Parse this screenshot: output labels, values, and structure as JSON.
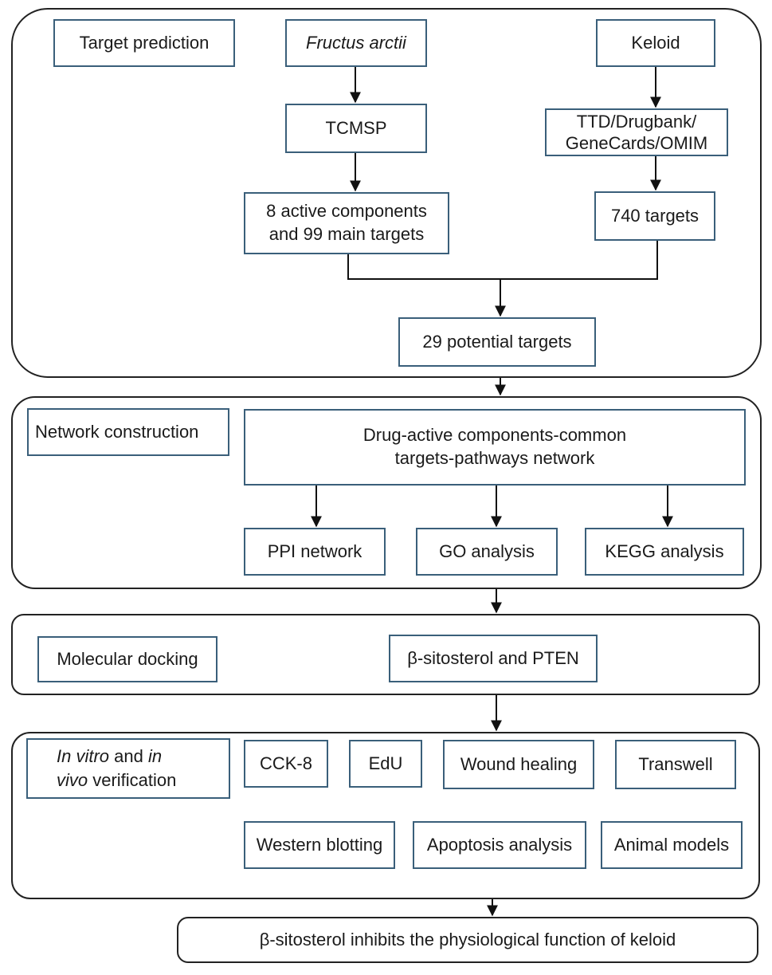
{
  "sections": {
    "target_prediction": {
      "label": "Target prediction",
      "herb": "Fructus arctii",
      "disease": "Keloid",
      "herb_db": "TCMSP",
      "disease_db_line1": "TTD/Drugbank/",
      "disease_db_line2": "GeneCards/OMIM",
      "herb_result_line1": "8 active components",
      "herb_result_line2": "and 99 main targets",
      "disease_result": "740 targets",
      "intersection": "29 potential targets"
    },
    "network_construction": {
      "label": "Network construction",
      "network_line1": "Drug-active components-common",
      "network_line2": "targets-pathways network",
      "ppi": "PPI network",
      "go": "GO analysis",
      "kegg": "KEGG analysis"
    },
    "molecular_docking": {
      "label": "Molecular docking",
      "pair": "β-sitosterol and PTEN"
    },
    "verification": {
      "label_in_vitro": "In vitro",
      "label_and": " and ",
      "label_in": "in",
      "label_vivo": "vivo",
      "label_verification": " verification",
      "assays": [
        "CCK-8",
        "EdU",
        "Wound healing",
        "Transwell",
        "Western blotting",
        "Apoptosis analysis",
        "Animal models"
      ]
    },
    "conclusion": "β-sitosterol inhibits the physiological function of keloid"
  },
  "colors": {
    "box_border": "#3a5f7a",
    "panel_border": "#222222",
    "arrow": "#111111"
  }
}
